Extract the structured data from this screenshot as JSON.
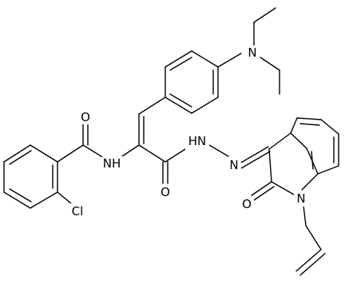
{
  "atoms": {
    "amide_o": "O",
    "amide_nh": "NH",
    "cl": "Cl",
    "n_diethyl": "N",
    "hydrazide_nh": "HN",
    "n_hydrazone": "N",
    "hydrazide_o": "O",
    "lactam_o": "O",
    "n_indole": "N"
  }
}
